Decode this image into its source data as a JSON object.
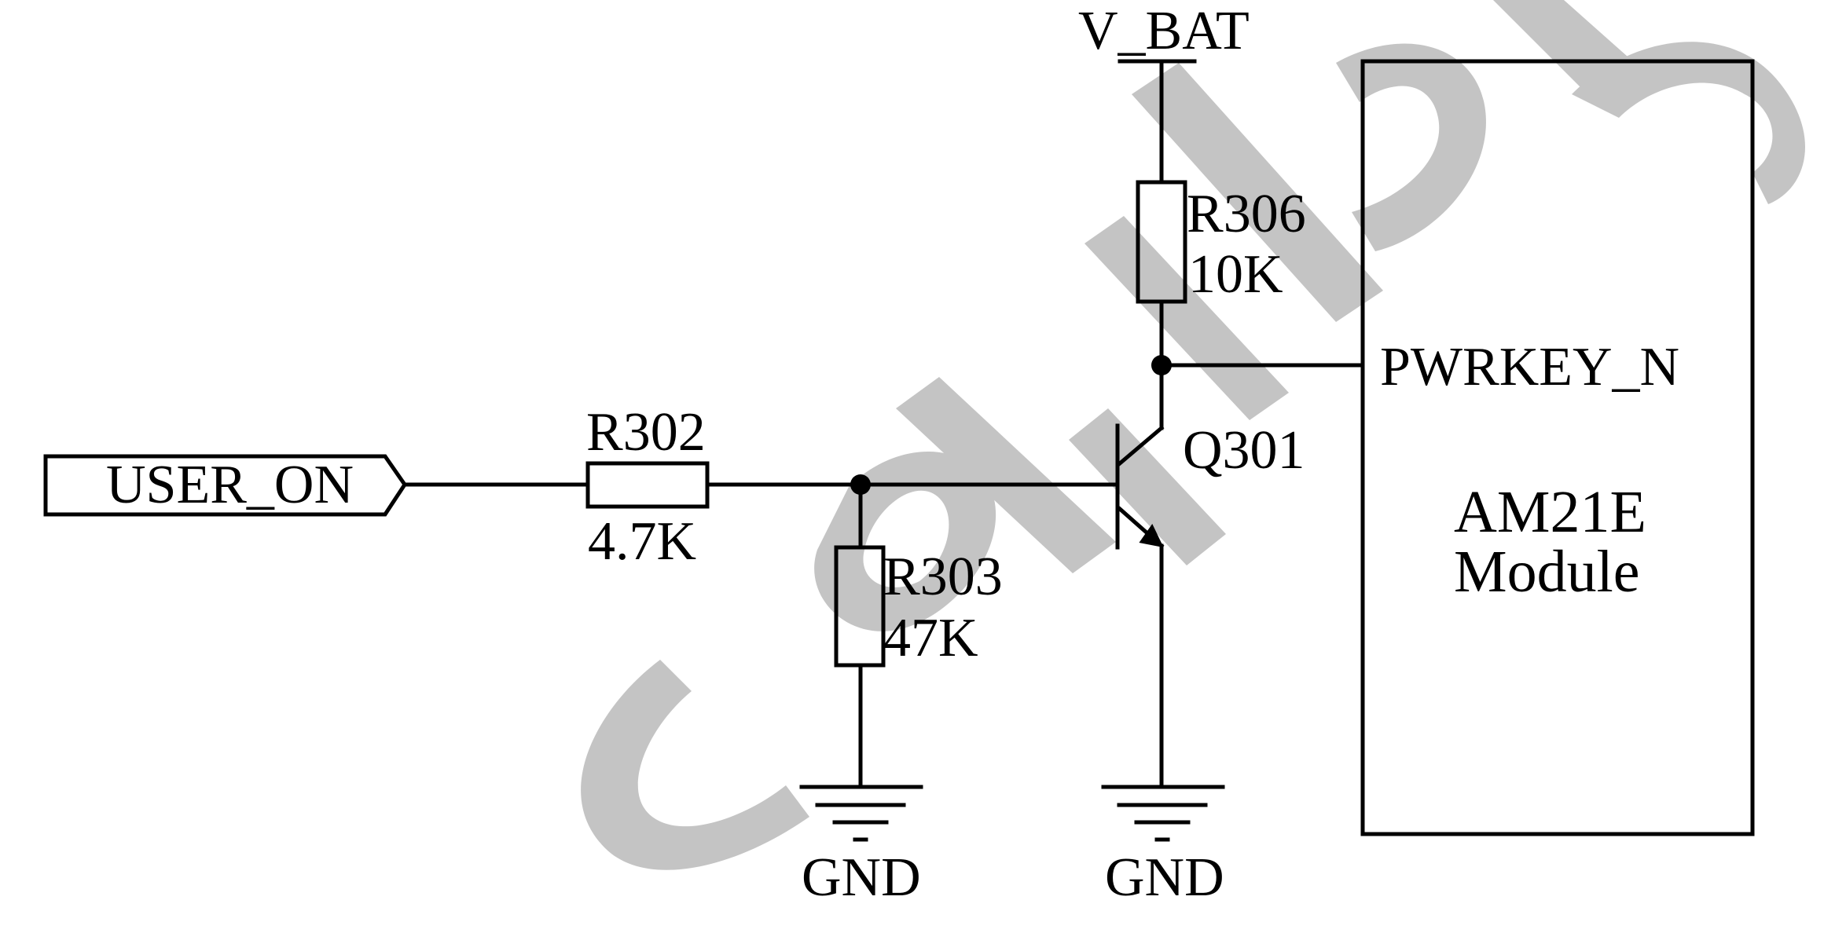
{
  "schematic": {
    "net_ports": {
      "user_on": "USER_ON"
    },
    "power": {
      "v_bat": "V_BAT"
    },
    "grounds": [
      "GND",
      "GND"
    ],
    "resistors": [
      {
        "ref": "R302",
        "value": "4.7K"
      },
      {
        "ref": "R303",
        "value": "47K"
      },
      {
        "ref": "R306",
        "value": "10K"
      }
    ],
    "transistor": {
      "ref": "Q301"
    },
    "module": {
      "pin": "PWRKEY_N",
      "name_line1": "AM21E",
      "name_line2": "Module"
    }
  },
  "watermark": {
    "color": "#c4c4c4"
  }
}
